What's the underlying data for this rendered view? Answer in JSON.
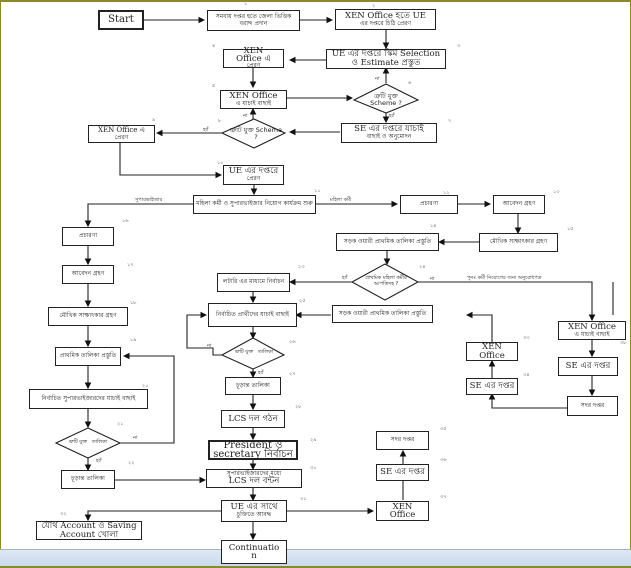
{
  "diagram": {
    "type": "flowchart",
    "nodes": {
      "start": "Start",
      "n1": "সমবায় দপ্তর হতে জেলা ভিত্তিক বরাদ্দ প্রদান",
      "n2a": "XEN Office হতে UE",
      "n2b": "এর দপ্তরে চিঠি প্রেরণ",
      "n3a": "UE এর দপ্তরে স্কিম Selection",
      "n3b": "ও Estimate প্রস্তুত",
      "d1a": "ত্রুটি যুক্ত",
      "d1b": "Scheme ?",
      "n4a": "SE এর দপ্তরে যাচাই",
      "n4b": "বাছাই ও অনুমোদন",
      "n5a": "XEN",
      "n5b": "Office এ",
      "n5c": "প্রেরণ",
      "n6a": "XEN Office",
      "n6b": "এ যাচাই বাছাই",
      "d2a": "ত্রুটি যুক্ত",
      "d2b": "Scheme",
      "d2c": "?",
      "n7a": "XEN Office এ",
      "n7b": "প্রেরণ",
      "n8a": "UE এর দপ্তরে",
      "n8b": "প্রেরণ",
      "n9": "মহিলা কর্মী ও সুপারভাইজার নিয়োগ কার্যক্রম শুরু",
      "n10": "প্রচারণা",
      "n11": "আবেদন গ্রহণ",
      "n12": "মৌখিক সাক্ষাৎকার গ্রহণ",
      "n13": "সড়ক ওয়ারী প্রাথমিক তালিকা প্রস্তুতি",
      "d3a": "প্রাথমিক মহিলা কর্মীর",
      "d3b": "আপত্তিসহ ?",
      "n14a": "XEN Office",
      "n14b": "এ যাচাই বাছাই",
      "n15": "SE এর দপ্তর",
      "n16": "সদর দপ্তর",
      "n17a": "XEN",
      "n17b": "Office",
      "n18": "SE এর দপ্তর",
      "n19": "লটারি এর মাধ্যমে নির্বাচন",
      "n20": "নির্বাচিত প্রার্থীদের যাচাই বাছাই",
      "n21": "সড়ক ওয়ারী প্রাথমিক তালিকা প্রস্তুতি",
      "d4a": "ত্রুটি যুক্ত",
      "d4b": "তালিকা",
      "n22": "চূড়ান্ত তালিকা",
      "n23": "LCS দল গঠন",
      "n24a": "President ও",
      "n24b": "secretary নির্বাচন",
      "n25a": "সুপারভাইজারদের মধ্যে",
      "n25b": "LCS দল বন্টন",
      "n26a": "UE এর সাথে",
      "n26b": "চুক্তিতে আবদ্ধ",
      "n27a": "Continuatio",
      "n27b": "n",
      "n28a": "XEN",
      "n28b": "Office",
      "n29": "SE এর দপ্তর",
      "n30": "সদর দপ্তর",
      "n31a": "যৌথ Account ও Saving",
      "n31b": "Account খোলা",
      "l1": "প্রচারণা",
      "l2": "আবেদন গ্রহণ",
      "l3": "মৌখিক সাক্ষাৎকার গ্রহণ",
      "l4": "প্রাথমিক তালিকা প্রস্তুতি",
      "l5": "নির্বাচিত সুপারভাইজারদের যাচাই বাছাই",
      "d5a": "ত্রুটি যুক্ত",
      "d5b": "তালিকা",
      "l6": "চূড়ান্ত তালিকা"
    },
    "edge_labels": {
      "yes": "হ্যাঁ",
      "no": "না",
      "supervisor": "সুপারভাইজার",
      "female_worker": "মহিলা কর্মী",
      "reapply": "পুনঃ কর্মী নিয়োগের জন্য অনুরোধপত্র"
    },
    "step_numbers": [
      "১",
      "২",
      "৩",
      "৪",
      "৫",
      "৬",
      "৭",
      "৮",
      "৯",
      "১০",
      "১১",
      "১২",
      "১৩",
      "১৪",
      "১৫",
      "১৬",
      "১৭",
      "১৮",
      "১৯",
      "২০",
      "২১",
      "২২",
      "২৩",
      "২৪",
      "২৫",
      "২৬",
      "২৭",
      "২৮",
      "২৯",
      "৩০",
      "৩১",
      "৩২",
      "৩৩",
      "৩৪",
      "৩৫",
      "৩৬",
      "৩৭",
      "৩৮"
    ]
  }
}
